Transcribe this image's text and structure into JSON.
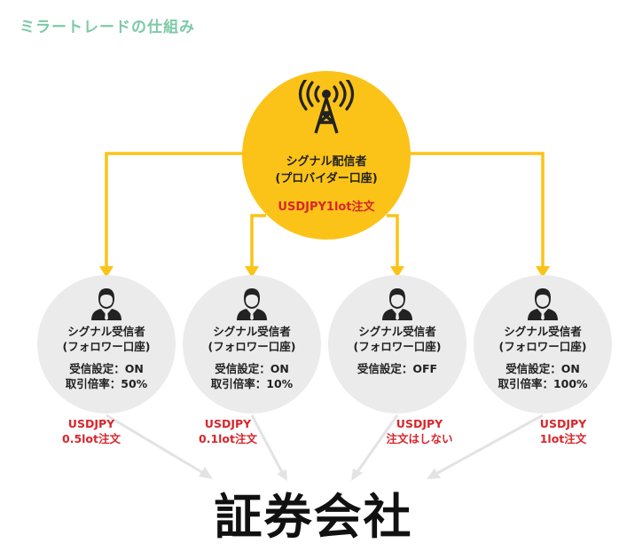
{
  "title": "ミラートレードの仕組み",
  "provider": {
    "role": "シグナル配信者",
    "sub": "(プロバイダー口座)",
    "order": "USDJPY1lot注文",
    "icon": "signal-tower-icon",
    "color": "#fbc318"
  },
  "followers": [
    {
      "role": "シグナル受信者",
      "sub": "(フォロワー口座)",
      "setting": "受信設定：ON",
      "ratio": "取引倍率：50%",
      "order_line1": "USDJPY",
      "order_line2": "0.5lot注文"
    },
    {
      "role": "シグナル受信者",
      "sub": "(フォロワー口座)",
      "setting": "受信設定：ON",
      "ratio": "取引倍率：10%",
      "order_line1": "USDJPY",
      "order_line2": "0.1lot注文"
    },
    {
      "role": "シグナル受信者",
      "sub": "(フォロワー口座)",
      "setting": "受信設定：OFF",
      "ratio": "",
      "order_line1": "USDJPY",
      "order_line2": "注文はしない"
    },
    {
      "role": "シグナル受信者",
      "sub": "(フォロワー口座)",
      "setting": "受信設定：ON",
      "ratio": "取引倍率：100%",
      "order_line1": "USDJPY",
      "order_line2": "1lot注文"
    }
  ],
  "broker": "証券会社",
  "colors": {
    "title": "#7cc9a6",
    "arrow_yellow": "#fbc318",
    "arrow_gray": "#e3e3e3",
    "follower_bg": "#ebebeb",
    "order_red": "#d8262c"
  }
}
